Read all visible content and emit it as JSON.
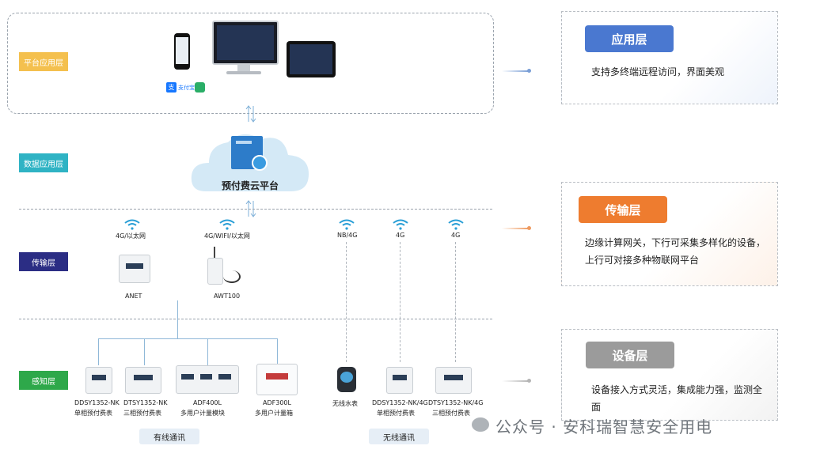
{
  "layers": {
    "platform": "平台应用层",
    "data": "数据应用层",
    "transport": "传输层",
    "sensing": "感知层"
  },
  "cloud": {
    "label": "预付费云平台"
  },
  "gateways": [
    {
      "net": "4G/以太网",
      "name": "ANET"
    },
    {
      "net": "4G/WIFI/以太网",
      "name": "AWT100"
    }
  ],
  "wireless_nets": [
    "NB/4G",
    "4G",
    "4G"
  ],
  "devices": [
    {
      "line1": "DDSY1352-NK",
      "line2": "单相预付费表"
    },
    {
      "line1": "DTSY1352-NK",
      "line2": "三相预付费表"
    },
    {
      "line1": "ADF400L",
      "line2": "多用户计量模块"
    },
    {
      "line1": "ADF300L",
      "line2": "多用户计量箱"
    },
    {
      "line1": "",
      "line2": "无线水表"
    },
    {
      "line1": "DDSY1352-NK/4G",
      "line2": "单相预付费表"
    },
    {
      "line1": "DTSY1352-NK/4G",
      "line2": "三相预付费表"
    }
  ],
  "comm": {
    "wired": "有线通讯",
    "wireless": "无线通讯"
  },
  "payment": {
    "alipay": "支付宝"
  },
  "panels": [
    {
      "title": "应用层",
      "desc": "支持多终端远程访问，界面美观",
      "color": "#4a78d0"
    },
    {
      "title": "传输层",
      "desc": "边缘计算网关，下行可采集多样化的设备，上行可对接多种物联网平台",
      "color": "#ee7c2f"
    },
    {
      "title": "设备层",
      "desc": "设备接入方式灵活，集成能力强，监测全面",
      "color": "#9b9b9b"
    }
  ],
  "watermark": "公众号 · 安科瑞智慧安全用电",
  "colors": {
    "platform_tag": "#f4c04e",
    "data_tag": "#2fb3c4",
    "transport_tag": "#2b2d84",
    "sensing_tag": "#2ea84a"
  }
}
